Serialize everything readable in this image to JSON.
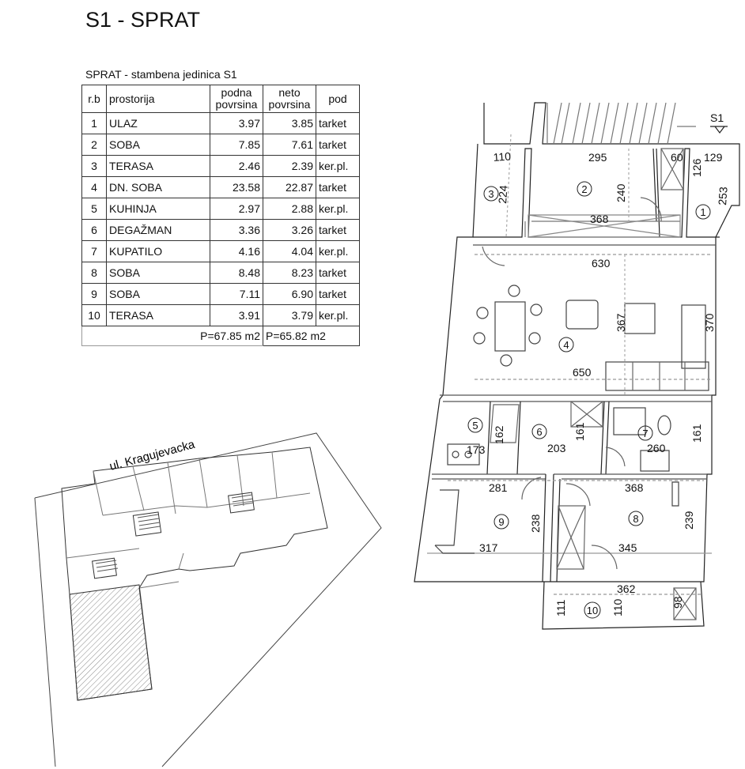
{
  "title": "S1 - SPRAT",
  "table": {
    "caption": "SPRAT - stambena jedinica S1",
    "headers": {
      "rb": "r.b",
      "name": "prostorija",
      "gross_line1": "podna",
      "gross_line2": "povrsina",
      "net_line1": "neto",
      "net_line2": "povrsina",
      "floor": "pod"
    },
    "rows": [
      {
        "rb": "1",
        "name": "ULAZ",
        "gross": "3.97",
        "net": "3.85",
        "floor": "tarket"
      },
      {
        "rb": "2",
        "name": "SOBA",
        "gross": "7.85",
        "net": "7.61",
        "floor": "tarket"
      },
      {
        "rb": "3",
        "name": "TERASA",
        "gross": "2.46",
        "net": "2.39",
        "floor": "ker.pl."
      },
      {
        "rb": "4",
        "name": "DN. SOBA",
        "gross": "23.58",
        "net": "22.87",
        "floor": "tarket"
      },
      {
        "rb": "5",
        "name": "KUHINJA",
        "gross": "2.97",
        "net": "2.88",
        "floor": "ker.pl."
      },
      {
        "rb": "6",
        "name": "DEGAŽMAN",
        "gross": "3.36",
        "net": "3.26",
        "floor": "tarket"
      },
      {
        "rb": "7",
        "name": "KUPATILO",
        "gross": "4.16",
        "net": "4.04",
        "floor": "ker.pl."
      },
      {
        "rb": "8",
        "name": "SOBA",
        "gross": "8.48",
        "net": "8.23",
        "floor": "tarket"
      },
      {
        "rb": "9",
        "name": "SOBA",
        "gross": "7.11",
        "net": "6.90",
        "floor": "tarket"
      },
      {
        "rb": "10",
        "name": "TERASA",
        "gross": "3.91",
        "net": "3.79",
        "floor": "ker.pl."
      }
    ],
    "total_gross": "P=67.85 m2",
    "total_net": "P=65.82 m2"
  },
  "site_plan": {
    "street": "ul. Kragujevacka"
  },
  "plan": {
    "section_mark": "S1",
    "room_numbers": [
      "1",
      "2",
      "3",
      "4",
      "5",
      "6",
      "7",
      "8",
      "9",
      "10"
    ],
    "dims": {
      "d110": "110",
      "d224": "224",
      "d295": "295",
      "d240": "240",
      "d368a": "368",
      "d60": "60",
      "d126": "126",
      "d129": "129",
      "d253": "253",
      "d630": "630",
      "d367": "367",
      "d370": "370",
      "d650": "650",
      "d162": "162",
      "d173": "173",
      "d203": "203",
      "d161a": "161",
      "d260": "260",
      "d161b": "161",
      "d281": "281",
      "d368b": "368",
      "d238": "238",
      "d239": "239",
      "d317": "317",
      "d345": "345",
      "d362": "362",
      "d111": "111",
      "d110b": "110",
      "d98": "98"
    }
  }
}
